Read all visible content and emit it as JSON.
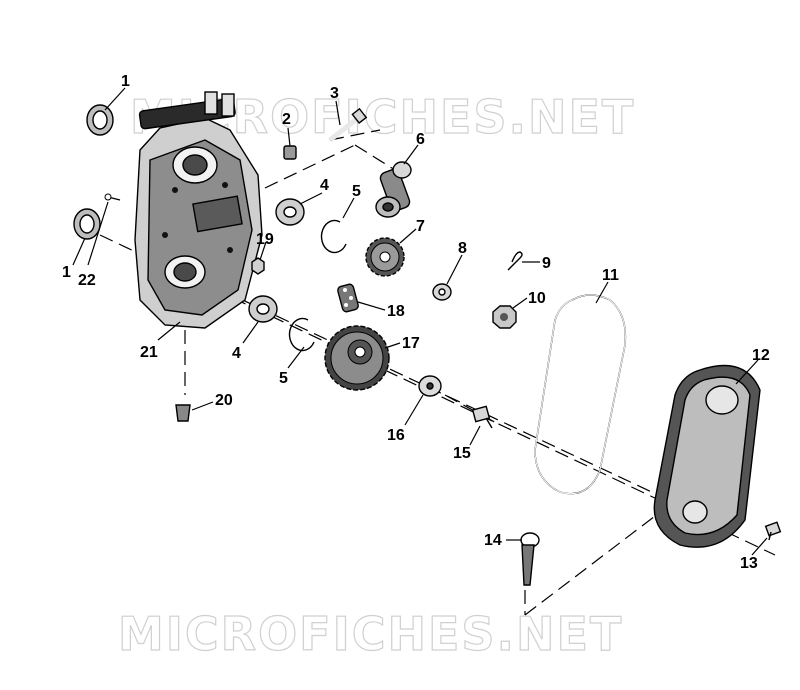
{
  "watermark": {
    "top": "MICROFICHES.NET",
    "bottom": "MICROFICHES.NET"
  },
  "callouts": {
    "c1a": "1",
    "c1b": "1",
    "c2": "2",
    "c3": "3",
    "c4a": "4",
    "c4b": "4",
    "c5a": "5",
    "c5b": "5",
    "c6": "6",
    "c7": "7",
    "c8": "8",
    "c9": "9",
    "c10": "10",
    "c11": "11",
    "c12": "12",
    "c13": "13",
    "c14": "14",
    "c15": "15",
    "c16": "16",
    "c17": "17",
    "c18": "18",
    "c19": "19",
    "c20": "20",
    "c21": "21",
    "c22": "22"
  }
}
